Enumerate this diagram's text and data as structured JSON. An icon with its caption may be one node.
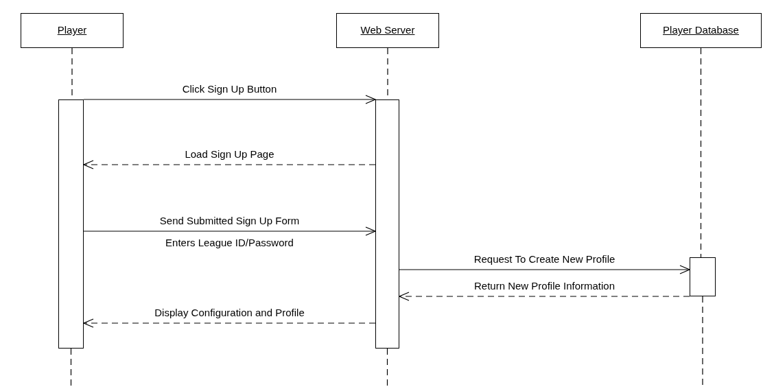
{
  "diagram": {
    "nodes": [
      {
        "text": [
          "Player"
        ]
      },
      {
        "text": [
          "Web Server"
        ]
      },
      {
        "text": [
          "Player Database"
        ]
      },
      {
        "text": [],
        "shape": "bar"
      },
      {
        "text": [],
        "shape": "bar"
      },
      {
        "text": [],
        "shape": "bar"
      }
    ],
    "edges": [
      {
        "from": 0,
        "to": 3,
        "arrow": "none",
        "style": "dashed"
      },
      {
        "from": 1,
        "to": 4,
        "arrow": "none",
        "style": "dashed"
      },
      {
        "from": 2,
        "to": 5,
        "arrow": "none",
        "style": "dashed"
      },
      {
        "from": 3,
        "to": 4,
        "arrow": "to",
        "label": "Click Sign Up Button"
      },
      {
        "from": 4,
        "to": 3,
        "arrow": "to",
        "label": "Load Sign Up Page",
        "style": "dashed"
      },
      {
        "from": 3,
        "to": 4,
        "arrow": "to",
        "label": "Send Submitted Sign Up Form"
      },
      {
        "from": 4,
        "to": 5,
        "arrow": "to",
        "label": "Request To Create New Profile"
      },
      {
        "from": 5,
        "to": 4,
        "arrow": "to",
        "label": "Return New Profile Information",
        "style": "dashed"
      },
      {
        "from": 4,
        "to": 3,
        "arrow": "to",
        "label": "Display Configuration and Profile",
        "style": "dashed"
      }
    ],
    "labels": [
      "Enters League ID/Password"
    ]
  }
}
